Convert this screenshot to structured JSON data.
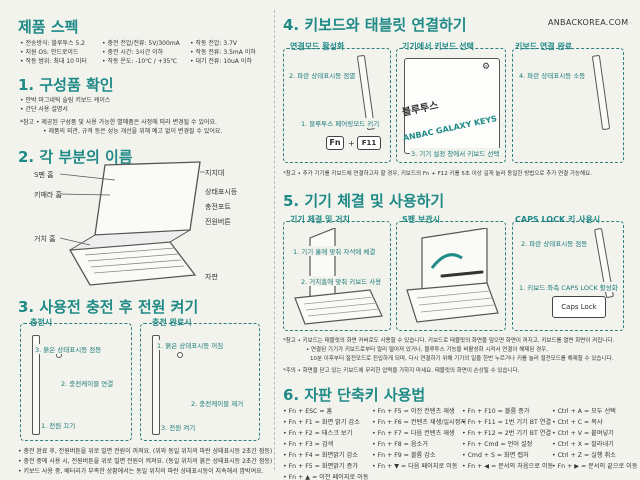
{
  "brand": "ANBACKOREA.COM",
  "spec": {
    "title": "제품 스펙",
    "rows": [
      [
        "• 전송방식: 블루투스 5.2",
        "• 충전 전압/전류: 5V/300mA",
        "• 작동 전압: 3.7V"
      ],
      [
        "• 지원 OS: 안드로이드",
        "• 충전 시간: 3시간 이하",
        "• 작동 전류: 3.5mA 이하"
      ],
      [
        "• 작동 범위: 최대 10 미터",
        "• 작동 온도: -10℃ / +35℃",
        "• 대기 전류: 10uA 이하"
      ]
    ]
  },
  "s1": {
    "title": "1. 구성품 확인",
    "items": [
      "• 안박 마그네틱 슬림 키보드 케이스",
      "• 간단 사용 설명서"
    ],
    "note1": "*참고  • 제공된 구성품 및 사용 가능한 별매품은 사정에 따라 변경될 수 있어요.",
    "note2": "• 제품의 외관, 규격 등은 성능 개선을 위해 예고 없이 변경될 수 있어요."
  },
  "s2": {
    "title": "2. 각 부분의 이름",
    "left": [
      "S펜 홈",
      "키매라 홈",
      "거치 홈"
    ],
    "right": [
      "지지대",
      "상태표시등",
      "충전포트",
      "전원버튼",
      "자판"
    ]
  },
  "s3": {
    "title": "3. 사용전 충전 후 전원 켜기",
    "charging": "충전시",
    "done": "충전 완료시",
    "c1": [
      "3. 붉은 상태표시등 점등",
      "2. 충전케이블 연결",
      "1. 전원 끄기"
    ],
    "c2": [
      "1. 붉은 상태표시등 꺼짐",
      "2. 충전케이블 제거",
      "3. 전원 켜기"
    ],
    "notes": [
      "• 충전 완료 후, 전원버튼을 위로 밀면 전원이 꺼져요. (위와 동일 위치의 파란 상태표시등 2초간 점등)",
      "• 충전 중에 사용 시, 전원버튼을 위로 밀면 전원이 켜져요. (동일 위치의 붉은 상태표시등 2초간 점등)",
      "• 키보드 사용 중, 배터리가 부족한 상황에서는 동일 위치의 파란 상태표시등이 지속해서 깜박여요."
    ]
  },
  "s4": {
    "title": "4. 키보드와 태블릿 연결하기",
    "b1": "연결모드 활성화",
    "b2": "기기에서 키보드 선택",
    "b3": "키보드 연결 완료",
    "b1c": [
      "2. 파란 상태표시등 점멸",
      "1. 블루투스 페어링모드 키기"
    ],
    "keys": [
      "Fn",
      "+",
      "F11"
    ],
    "bt": "블루투스",
    "device": "ANBAC GALAXY KEYS",
    "b2c": "3. 기기 설정 창에서 키보드 선택",
    "b3c": "4. 파란 상태표시등 소등",
    "note": "*참고  • 추가 기기를 키보드에 연결하고자 할 경우, 키보드의 Fn + F12 키를 5초 이상 길게 눌러 동일한 방법으로 추가 연결 가능해요."
  },
  "s5": {
    "title": "5. 기기 체결 및 사용하기",
    "b1": "기기 체결 및 거치",
    "b2": "S펜 보관시",
    "b3": "CAPS LOCK 키 사용시",
    "b1c": [
      "1. 기기 홀에 맞춰 자석에 체결",
      "2. 거치홈에 맞춰 키보드 사용"
    ],
    "b3c": [
      "2. 파란 상태표시등 점등",
      "1. 키보드 좌측 CAPS LOCK 활성화"
    ],
    "caps": "Caps Lock",
    "note1": "*참고  • 키보드는 태블릿의 화면 커버로도 사용할 수 있습니다. 키보드로 태블릿의 화면을 덮으면 화면이 꺼지고, 키보드를 열면 화면이 켜집니다.",
    "note2": "• 연결된 기기가 키보드로부터 멀리 떨어져 있거나, 블루투스 기능을 비활성화 시켜서 연결이 해제된 경우,",
    "note3": "10분 이후부터 절전모드로 진입하게 되며, 다시 연결하기 위해 기기의 일을 한번 누르거나 키를 눌러 절전모드를 해제할 수 있습니다.",
    "note4": "*주의  • 화면을 닫고 있는 키보드에 무리한 압력을 가하지 마세요. 태블릿의 화면이 손상될 수 있습니다."
  },
  "s6": {
    "title": "6. 자판 단축키 사용법",
    "cols": [
      [
        "• Fn + ESC = 홈",
        "• Fn + F1 = 화면 밝기 감소",
        "• Fn + F2 = 태스크 보기",
        "• Fn + F3 = 검색",
        "• Fn + F4 = 화면밝기 감소",
        "• Fn + F5 = 화면밝기 증가",
        "• Fn + ▲ = 이전 페이지로 이동"
      ],
      [
        "• Fn + F5 = 이전 컨텐츠 재생",
        "• Fn + F6 = 컨텐츠 재생/일시정지",
        "• Fn + F7 = 다음 컨텐츠 재생",
        "• Fn + F8 = 음소거",
        "• Fn + F9 = 볼륨 감소",
        "• Fn + ▼ = 다음 페이지로 이동"
      ],
      [
        "• Fn + F10 = 볼륨 증가",
        "• Fn + F11 = 1번 기기 BT 연결",
        "• Fn + F12 = 2번 기기 BT 연결",
        "• Fn + Cmd = 언어 설정",
        "• Cmd + S = 화면 캡처",
        "• Fn + ◀ = 문서의 처음으로 이동"
      ],
      [
        "• Ctrl + A = 모두 선택",
        "• Ctrl + C = 복사",
        "• Ctrl + V = 붙여넣기",
        "• Ctrl + X = 잘라내기",
        "• Ctrl + Z = 실행 취소",
        "• Fn + ▶ = 문서의 끝으로 이동"
      ]
    ]
  }
}
